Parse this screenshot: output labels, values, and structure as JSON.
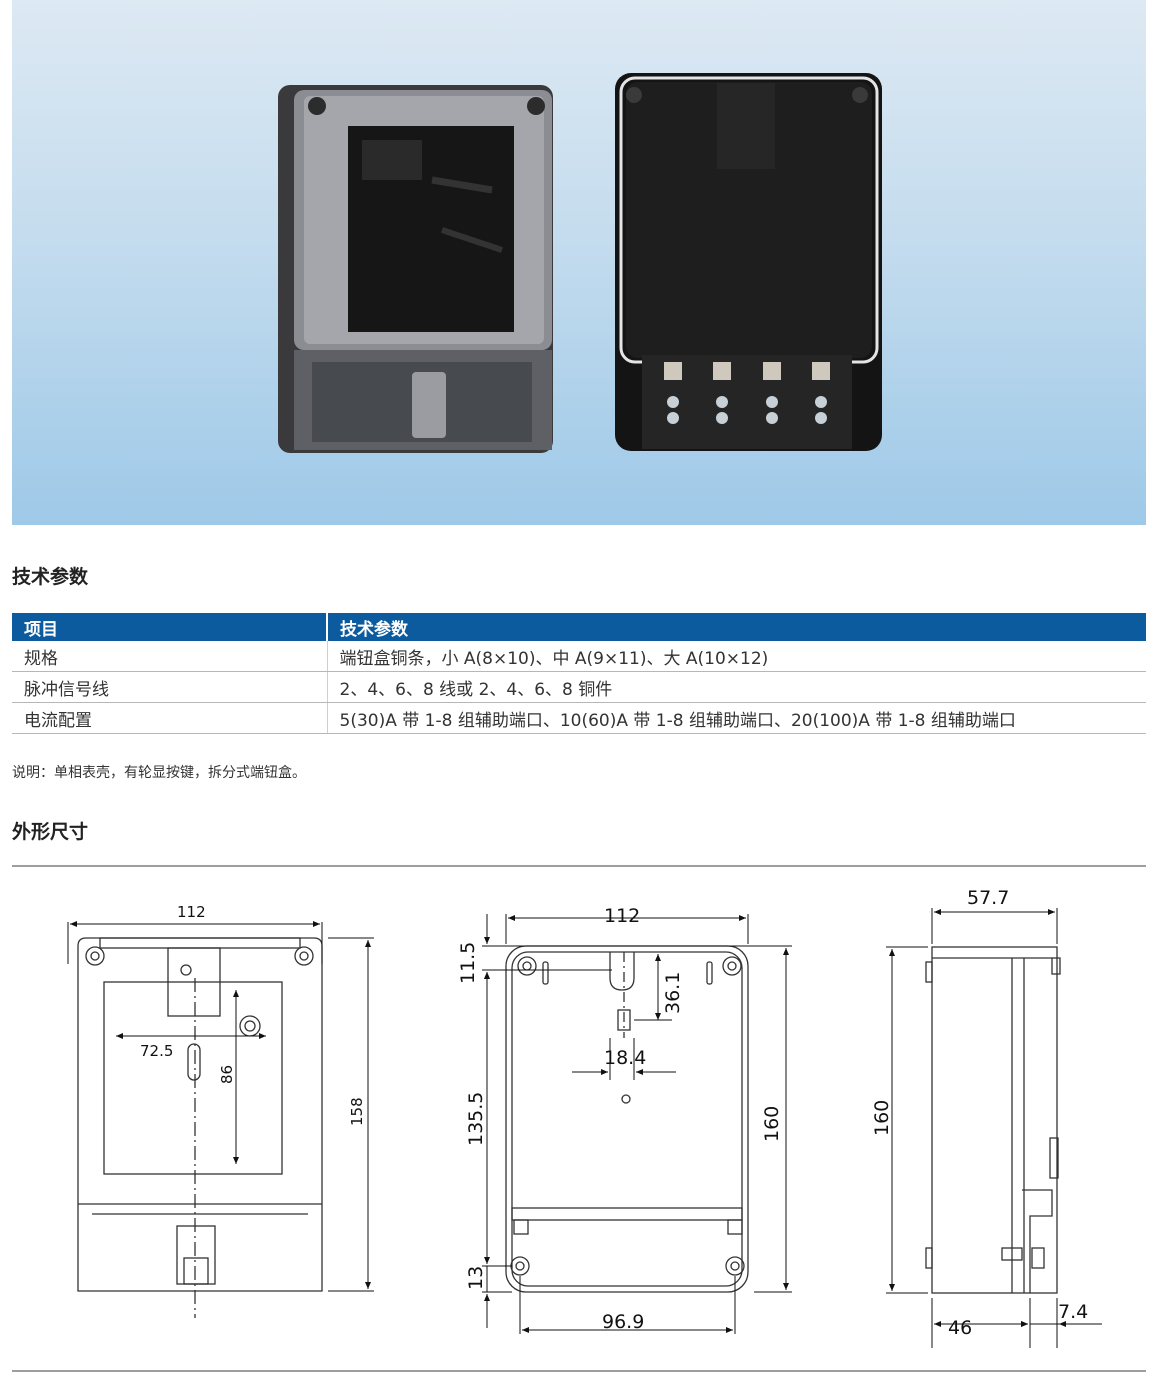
{
  "sections": {
    "params_title": "技术参数",
    "dims_title": "外形尺寸"
  },
  "spec_table": {
    "headers": [
      "项目",
      "技术参数"
    ],
    "rows": [
      {
        "item": "规格",
        "value": "端钮盒铜条，小 A(8×10)、中 A(9×11)、大 A(10×12)"
      },
      {
        "item": "脉冲信号线",
        "value": "2、4、6、8 线或 2、4、6、8 铜件"
      },
      {
        "item": "电流配置",
        "value": "5(30)A 带 1-8 组辅助端口、10(60)A 带 1-8 组辅助端口、20(100)A 带 1-8 组辅助端口"
      }
    ]
  },
  "note": "说明：单相表壳，有轮显按键，拆分式端钮盒。",
  "drawing_front": {
    "width": "112",
    "height": "158",
    "window_height": "86",
    "window_offset": "72.5"
  },
  "drawing_back": {
    "width": "112",
    "top_offset": "11.5",
    "slot_height": "36.1",
    "slot_width": "18.4",
    "hole_span": "135.5",
    "height": "160",
    "bottom_offset": "13",
    "hole_distance": "96.9"
  },
  "drawing_side": {
    "depth": "57.7",
    "height": "160",
    "base": "46",
    "lip": "7.4"
  },
  "colors": {
    "table_header": "#0c5b9e",
    "hero_top": "#dde9f3",
    "hero_bottom": "#9ec9e8"
  }
}
